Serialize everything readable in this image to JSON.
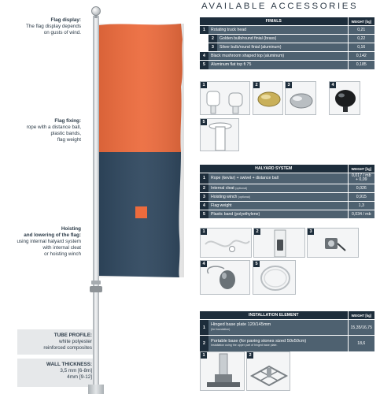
{
  "left": {
    "flag_display": {
      "title": "Flag display:",
      "lines": [
        "The flag display depends",
        "on gusts of wind."
      ]
    },
    "flag_fixing": {
      "title": "Flag fixing:",
      "lines": [
        "rope with a distance ball,",
        "plastic bands,",
        "flag weight"
      ]
    },
    "hoisting": {
      "title": "Hoisting",
      "title2": "and lowering of the flag:",
      "lines": [
        "using internal halyard system",
        "with internal cleat",
        "or hoisting winch"
      ]
    },
    "tube_profile": {
      "title": "TUBE PROFILE:",
      "lines": [
        "white polyester",
        "reinforced composites"
      ]
    },
    "wall_thickness": {
      "title": "WALL THICKNESS:",
      "lines": [
        "3,5 mm [6-8m]",
        "4mm [9-12]"
      ]
    }
  },
  "right": {
    "title": "AVAILABLE ACCESSORIES",
    "finials": {
      "header": "FINIALS",
      "weight_header": "WEIGHT [kg]",
      "rows": [
        {
          "num": "1",
          "label": "Rotating truck head",
          "weight": "0,21"
        },
        {
          "num": "2",
          "label": "Golden bulb/round finial (brass)",
          "weight": "0,22"
        },
        {
          "num": "3",
          "label": "Silver bulb/round finial (aluminum)",
          "weight": "0,16"
        },
        {
          "num": "4",
          "label": "Black mushroom shaped top (aluminum)",
          "weight": "0,142"
        },
        {
          "num": "5",
          "label": "Aluminum flat top fi 75",
          "weight": "0,185"
        }
      ],
      "thumbs": [
        "1",
        "2",
        "3",
        "4",
        "5"
      ]
    },
    "halyard": {
      "header": "HALYARD SYSTEM",
      "weight_header": "WEIGHT [kg]",
      "rows": [
        {
          "num": "1",
          "label": "Rope (kevlar) + swivel + distance ball",
          "note": "",
          "weight": "0,017 / mb",
          "weight2": "+ 0,09"
        },
        {
          "num": "2",
          "label": "Internal cleat",
          "note": "(optional)",
          "weight": "0,026",
          "weight2": ""
        },
        {
          "num": "3",
          "label": "Hoisting winch",
          "note": "(optional)",
          "weight": "0,915",
          "weight2": ""
        },
        {
          "num": "4",
          "label": "Flag weight",
          "note": "",
          "weight": "1,3",
          "weight2": ""
        },
        {
          "num": "5",
          "label": "Plastic band (polyethylene)",
          "note": "",
          "weight": "0,034 / mb",
          "weight2": ""
        }
      ],
      "thumbs": [
        "1",
        "2",
        "3",
        "4",
        "5"
      ]
    },
    "installation": {
      "header": "INSTALLATION ELEMENT",
      "weight_header": "WEIGHT [kg]",
      "rows": [
        {
          "num": "1",
          "label": "Hinged base plate 120/145mm",
          "note": "(for foundation)",
          "weight": "15,35/16,75"
        },
        {
          "num": "2",
          "label": "Portable base (for paving stones sized 50x50cm)",
          "note": "Installation using the upper part of hinged base plate.",
          "weight": "18,6"
        }
      ],
      "thumbs": [
        "1",
        "2"
      ]
    }
  },
  "colors": {
    "flag_orange": "#ec6b3d",
    "flag_navy": "#2f475e",
    "header_dark": "#1d2d3b",
    "row_slate": "#4e6170"
  }
}
